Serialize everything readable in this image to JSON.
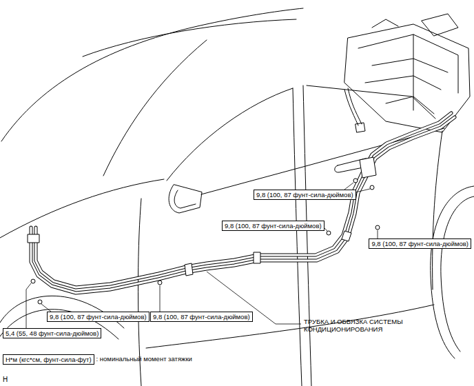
{
  "diagram": {
    "nodes": [
      {
        "text": [
          "9,8 (100, 87 фунт-сила-дюймов)"
        ]
      },
      {
        "text": [
          "9,8 (100, 87 фунт-сила-дюймов)"
        ]
      },
      {
        "text": [
          "9,8 (100, 87 фунт-сила-дюймов)"
        ]
      },
      {
        "text": [
          "9,8 (100, 87 фунт-сила-дюймов)"
        ]
      },
      {
        "text": [
          "9,8 (100, 87 фунт-сила-дюймов)"
        ]
      },
      {
        "text": [
          "5,4 (55, 48 фунт-сила-дюймов)"
        ]
      },
      {
        "text": [
          "Н*м (кгс*см, фунт-сила-фут)"
        ]
      }
    ],
    "labels": [
      "ТРУБКА И ОБВЯЗКА СИСТЕМЫ КОНДИЦИОНИРОВАНИЯ",
      ": номинальный момент затяжки",
      "H"
    ]
  }
}
